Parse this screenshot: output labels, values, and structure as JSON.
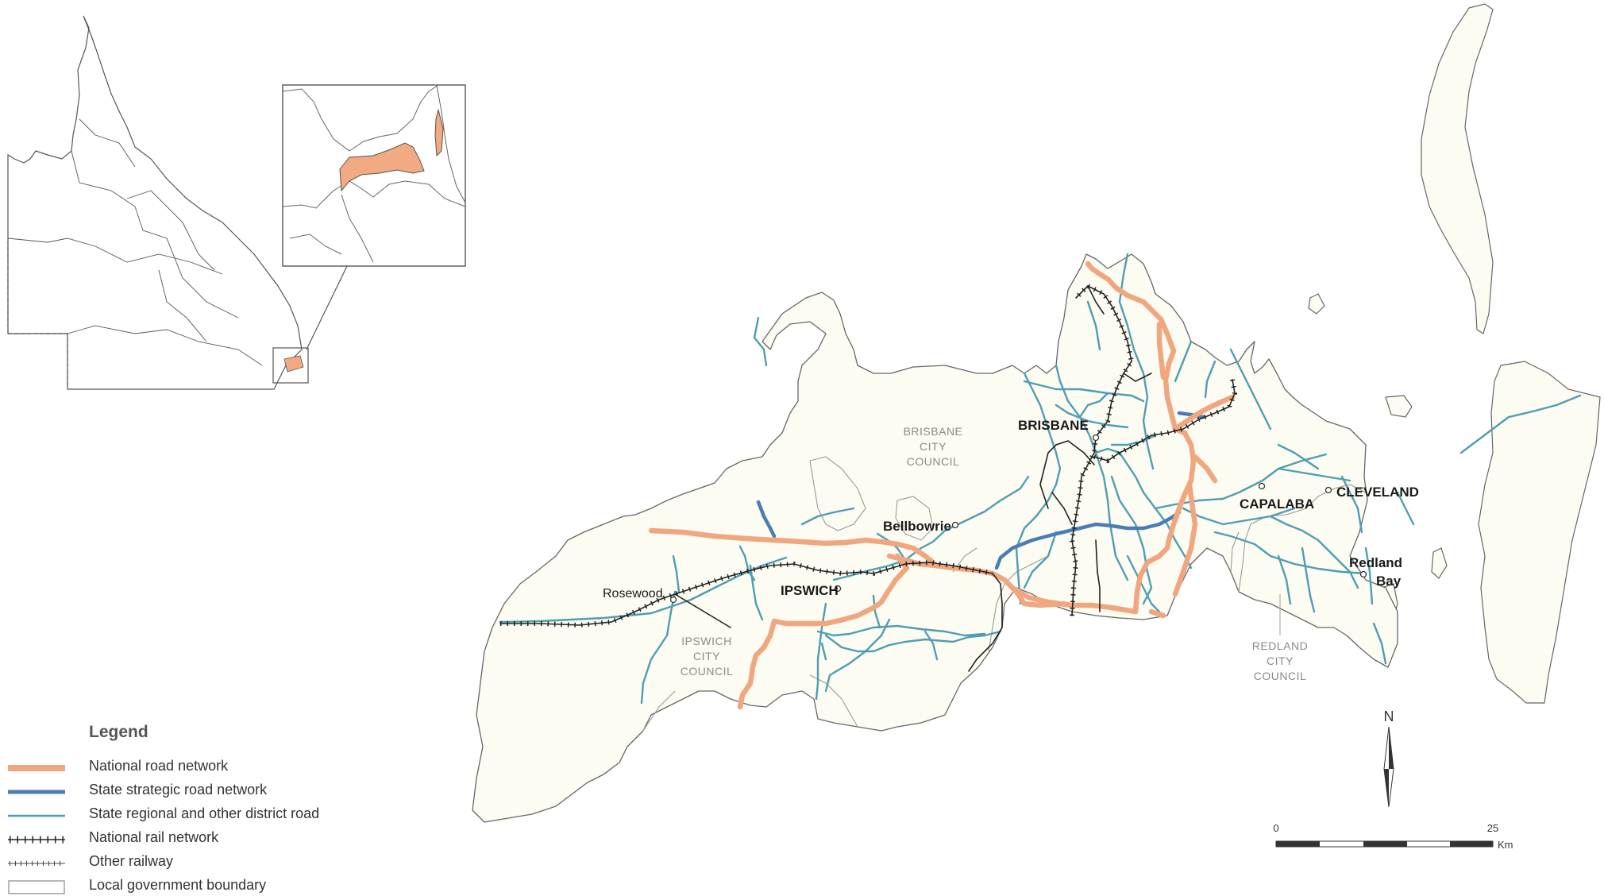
{
  "legend": {
    "title": "Legend",
    "items": [
      {
        "label": "National road network",
        "color": "#f0a77f"
      },
      {
        "label": "State strategic road network",
        "color": "#4a7db5"
      },
      {
        "label": "State regional and other district road",
        "color": "#4f9eb1"
      },
      {
        "label": "National rail network",
        "color": "#222222"
      },
      {
        "label": "Other railway",
        "color": "#444444"
      },
      {
        "label": "Local government boundary",
        "color": "#888888"
      }
    ]
  },
  "places": {
    "brisbane": "BRISBANE",
    "capalaba": "CAPALABA",
    "cleveland": "CLEVELAND",
    "ipswich": "IPSWICH",
    "rosewood": "Rosewood",
    "bellbowrie": "Bellbowrie",
    "redland_1": "Redland",
    "redland_2": "Bay"
  },
  "councils": {
    "brisbane": [
      "BRISBANE",
      "CITY",
      "COUNCIL"
    ],
    "ipswich": [
      "IPSWICH",
      "CITY",
      "COUNCIL"
    ],
    "redland": [
      "REDLAND",
      "CITY",
      "COUNCIL"
    ]
  },
  "north_arrow": {
    "label": "N"
  },
  "scale_bar": {
    "start": "0",
    "end": "25",
    "unit": "Km"
  },
  "colors": {
    "land": "#fdfcf2",
    "highlight": "#f2aa83",
    "national_road": "#f0a77f",
    "state_strategic": "#4a7db5",
    "state_regional": "#4f9eb1"
  }
}
